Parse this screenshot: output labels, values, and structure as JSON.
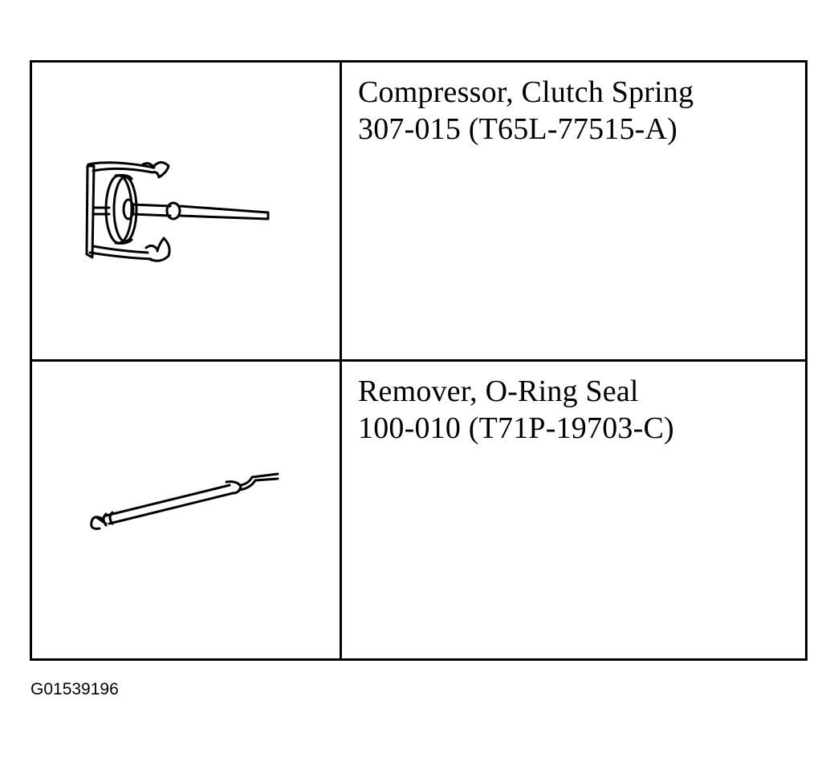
{
  "tools": [
    {
      "name": "Compressor, Clutch Spring",
      "number": "307-015 (T65L-77515-A)",
      "icon": "clutch-spring-compressor-icon"
    },
    {
      "name": "Remover, O-Ring Seal",
      "number": "100-010 (T71P-19703-C)",
      "icon": "o-ring-seal-remover-icon"
    }
  ],
  "figure_id": "G01539196"
}
